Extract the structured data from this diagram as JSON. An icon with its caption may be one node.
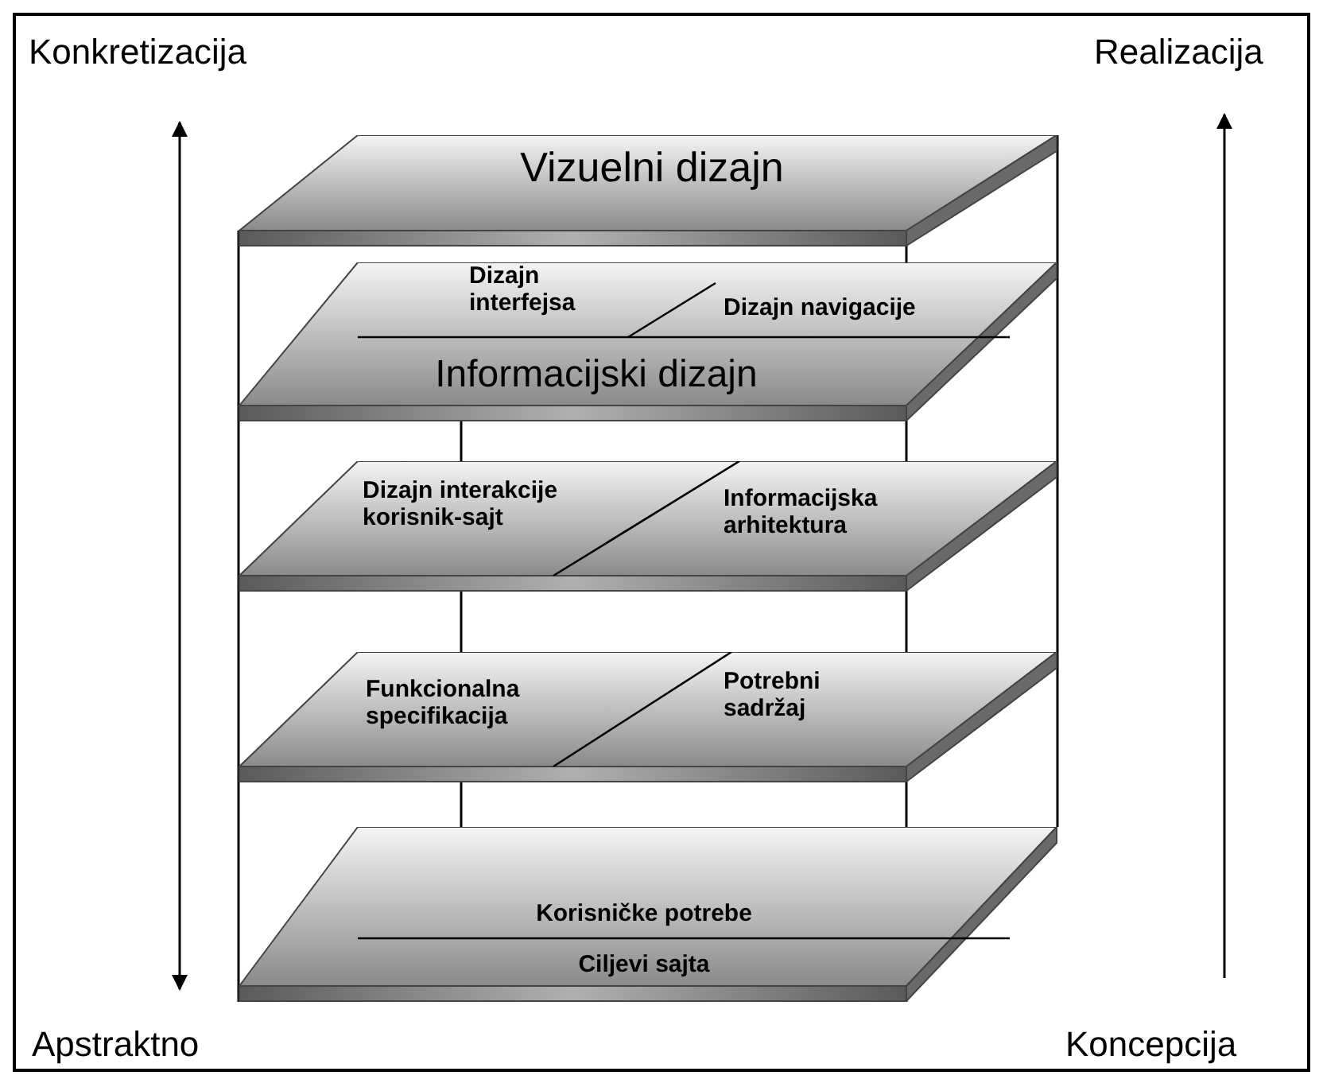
{
  "diagram": {
    "nodes": [
      {
        "text": [
          "Vizuelni dizajn"
        ]
      },
      {
        "text": [
          "Dizajn interfejsa",
          "Dizajn navigacije",
          "Informacijski dizajn"
        ]
      },
      {
        "text": [
          "Dizajn interakcije korisnik-sajt",
          "Informacijska arhitektura"
        ]
      },
      {
        "text": [
          "Funkcionalna specifikacija",
          "Potrebni sadržaj"
        ]
      },
      {
        "text": [
          "Korisničke potrebe",
          "Ciljevi sajta"
        ]
      }
    ],
    "labels": [
      "Konkretizacija",
      "Realizacija",
      "Apstraktno",
      "Koncepcija"
    ]
  }
}
